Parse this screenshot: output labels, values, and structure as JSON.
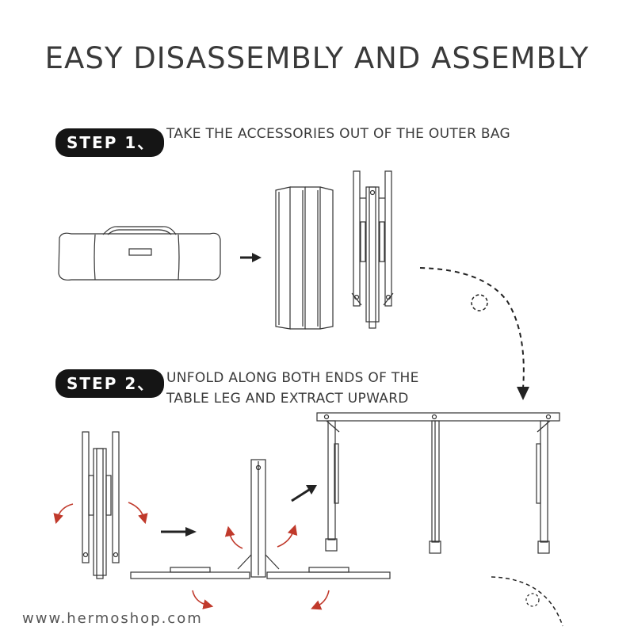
{
  "title": "EASY DISASSEMBLY AND ASSEMBLY",
  "step1": {
    "label": "STEP 1、",
    "text": "TAKE THE ACCESSORIES OUT OF THE OUTER BAG"
  },
  "step2": {
    "label": "STEP 2、",
    "text_line1": "UNFOLD ALONG BOTH ENDS OF THE",
    "text_line2": "TABLE LEG AND EXTRACT UPWARD"
  },
  "footer": {
    "url": "www.hermoshop.com"
  },
  "colors": {
    "badge": "#151515",
    "arrow_red": "#c0392b",
    "line": "#333333"
  },
  "icons": [
    "carry-bag-illustration",
    "folded-tabletop-illustration",
    "folded-leg-frame-illustration",
    "right-arrow-icon",
    "dashed-curve-arrow-icon",
    "rotation-arrow-icon",
    "unfolded-leg-frame-illustration",
    "assembled-frame-illustration"
  ]
}
